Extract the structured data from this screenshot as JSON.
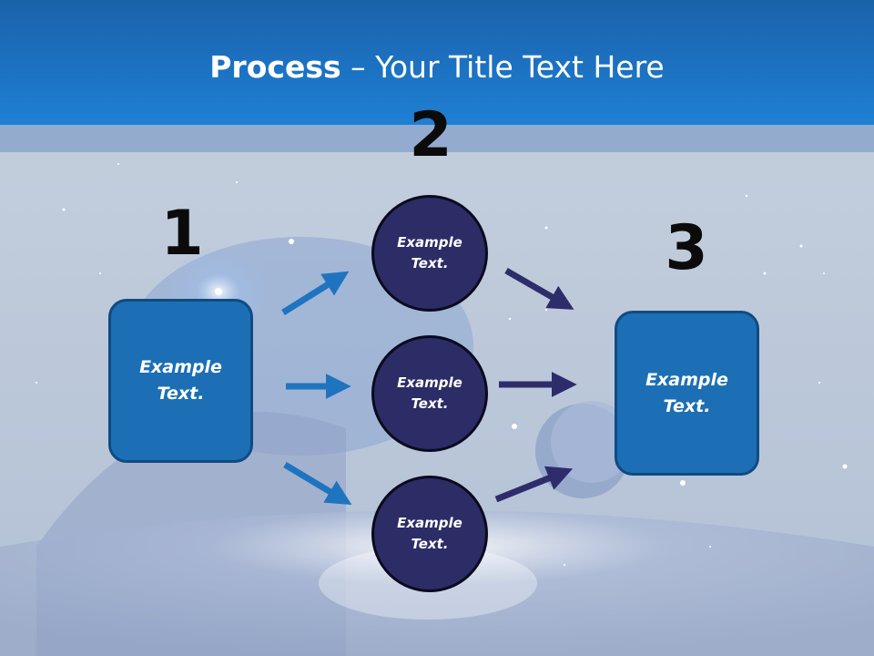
{
  "header": {
    "title_bold": "Process",
    "title_rest": " – Your Title Text Here"
  },
  "steps": [
    {
      "number": "1",
      "text_line1": "Example",
      "text_line2": "Text."
    },
    {
      "number": "2"
    },
    {
      "number": "3",
      "text_line1": "Example",
      "text_line2": "Text."
    }
  ],
  "circles": [
    {
      "text_line1": "Example",
      "text_line2": "Text."
    },
    {
      "text_line1": "Example",
      "text_line2": "Text."
    },
    {
      "text_line1": "Example",
      "text_line2": "Text."
    }
  ],
  "colors": {
    "header": "#1c72c2",
    "box_fill": "#1c6fb4",
    "circle_fill": "#2c2c66",
    "arrow_in": "#1f74bf",
    "arrow_out": "#2d2d6b"
  }
}
